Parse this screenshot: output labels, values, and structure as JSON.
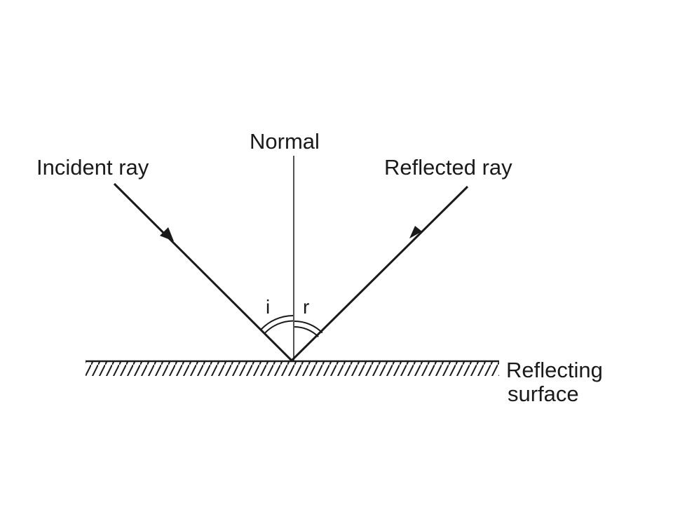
{
  "labels": {
    "normal": "Normal",
    "incident_ray": "Incident ray",
    "reflected_ray": "Reflected ray",
    "angle_incidence": "i",
    "angle_reflection": "r",
    "surface_line1": "Reflecting",
    "surface_line2": "surface"
  },
  "colors": {
    "ink": "#1a1a1a",
    "background": "#ffffff"
  }
}
